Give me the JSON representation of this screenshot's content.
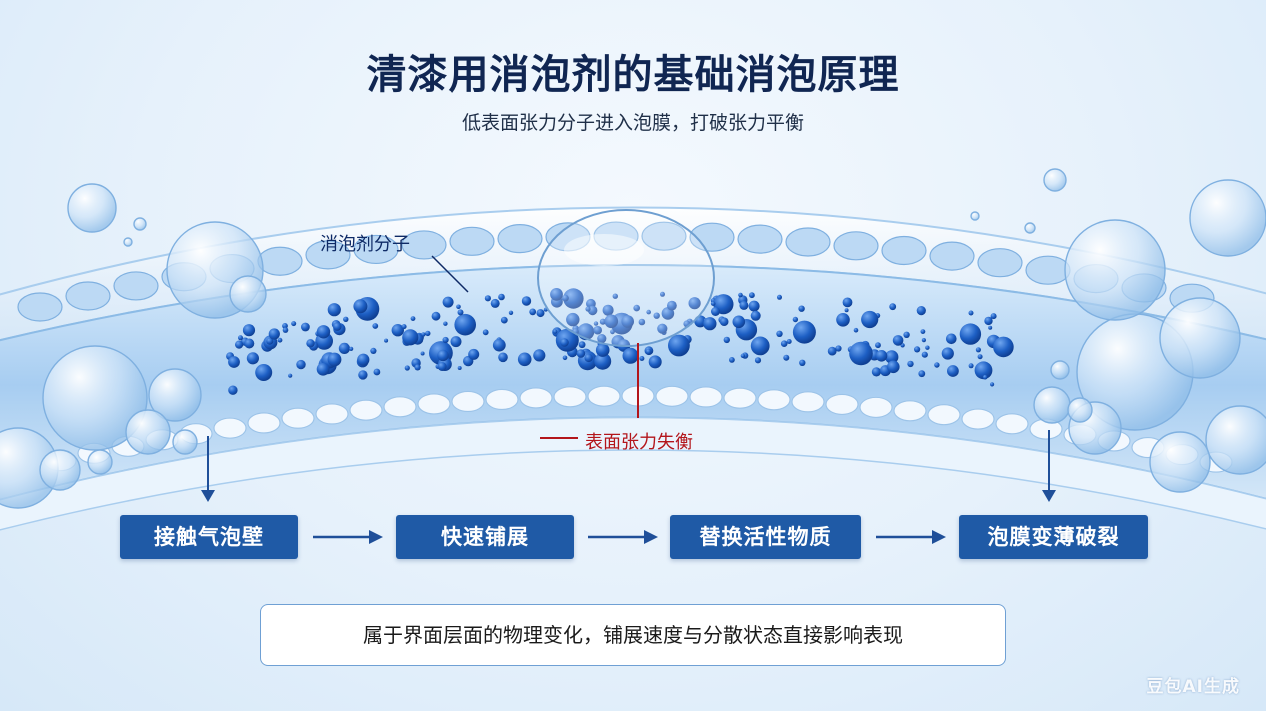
{
  "title": "清漆用消泡剂的基础消泡原理",
  "subtitle": "低表面张力分子进入泡膜，打破张力平衡",
  "labels": {
    "molecule": "消泡剂分子",
    "tension": "表面张力失衡"
  },
  "steps": [
    {
      "label": "接触气泡壁"
    },
    {
      "label": "快速铺展"
    },
    {
      "label": "替换活性物质"
    },
    {
      "label": "泡膜变薄破裂"
    }
  ],
  "note": "属于界面层面的物理变化，铺展速度与分散状态直接影响表现",
  "watermark": "豆包AI生成",
  "colors": {
    "title": "#102652",
    "step_fill": "#1f5aa6",
    "tension_red": "#b3151b",
    "molecule_blue": "#1d5fc4"
  }
}
